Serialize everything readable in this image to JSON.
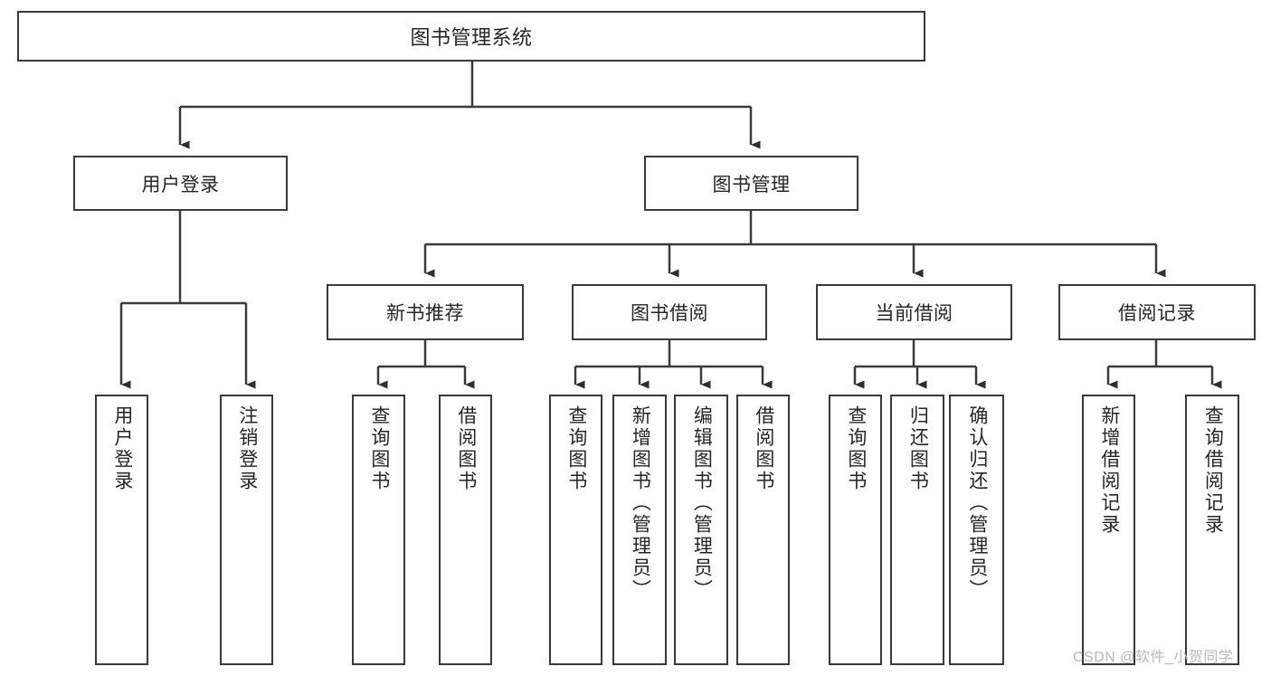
{
  "diagram": {
    "type": "tree-hierarchy",
    "root": {
      "id": "root",
      "label": "图书管理系统"
    },
    "level1": [
      {
        "id": "user-login",
        "label": "用户登录"
      },
      {
        "id": "book-manage",
        "label": "图书管理"
      }
    ],
    "level2": [
      {
        "id": "new-book-rec",
        "label": "新书推荐",
        "parent": "book-manage"
      },
      {
        "id": "book-borrow",
        "label": "图书借阅",
        "parent": "book-manage"
      },
      {
        "id": "current-borrow",
        "label": "当前借阅",
        "parent": "book-manage"
      },
      {
        "id": "borrow-record",
        "label": "借阅记录",
        "parent": "book-manage"
      }
    ],
    "leaves": [
      {
        "id": "leaf-user-login",
        "label": "用户登录",
        "parent": "user-login"
      },
      {
        "id": "leaf-user-logout",
        "label": "注销登录",
        "parent": "user-login"
      },
      {
        "id": "leaf-query-book-1",
        "label": "查询图书",
        "parent": "new-book-rec"
      },
      {
        "id": "leaf-borrow-book-1",
        "label": "借阅图书",
        "parent": "new-book-rec"
      },
      {
        "id": "leaf-query-book-2",
        "label": "查询图书",
        "parent": "book-borrow"
      },
      {
        "id": "leaf-add-book",
        "label": "新增图书（管理员）",
        "parent": "book-borrow"
      },
      {
        "id": "leaf-edit-book",
        "label": "编辑图书（管理员）",
        "parent": "book-borrow"
      },
      {
        "id": "leaf-borrow-book-2",
        "label": "借阅图书",
        "parent": "book-borrow"
      },
      {
        "id": "leaf-query-book-3",
        "label": "查询图书",
        "parent": "current-borrow"
      },
      {
        "id": "leaf-return-book",
        "label": "归还图书",
        "parent": "current-borrow"
      },
      {
        "id": "leaf-confirm-return",
        "label": "确认归还（管理员）",
        "parent": "current-borrow"
      },
      {
        "id": "leaf-add-record",
        "label": "新增借阅记录",
        "parent": "borrow-record"
      },
      {
        "id": "leaf-query-record",
        "label": "查询借阅记录",
        "parent": "borrow-record"
      }
    ],
    "watermark": "CSDN @软件_小贺同学",
    "colors": {
      "stroke": "#3a3a3a",
      "fill": "#ffffff",
      "text": "#262626",
      "watermark": "#b9b9b9"
    }
  }
}
